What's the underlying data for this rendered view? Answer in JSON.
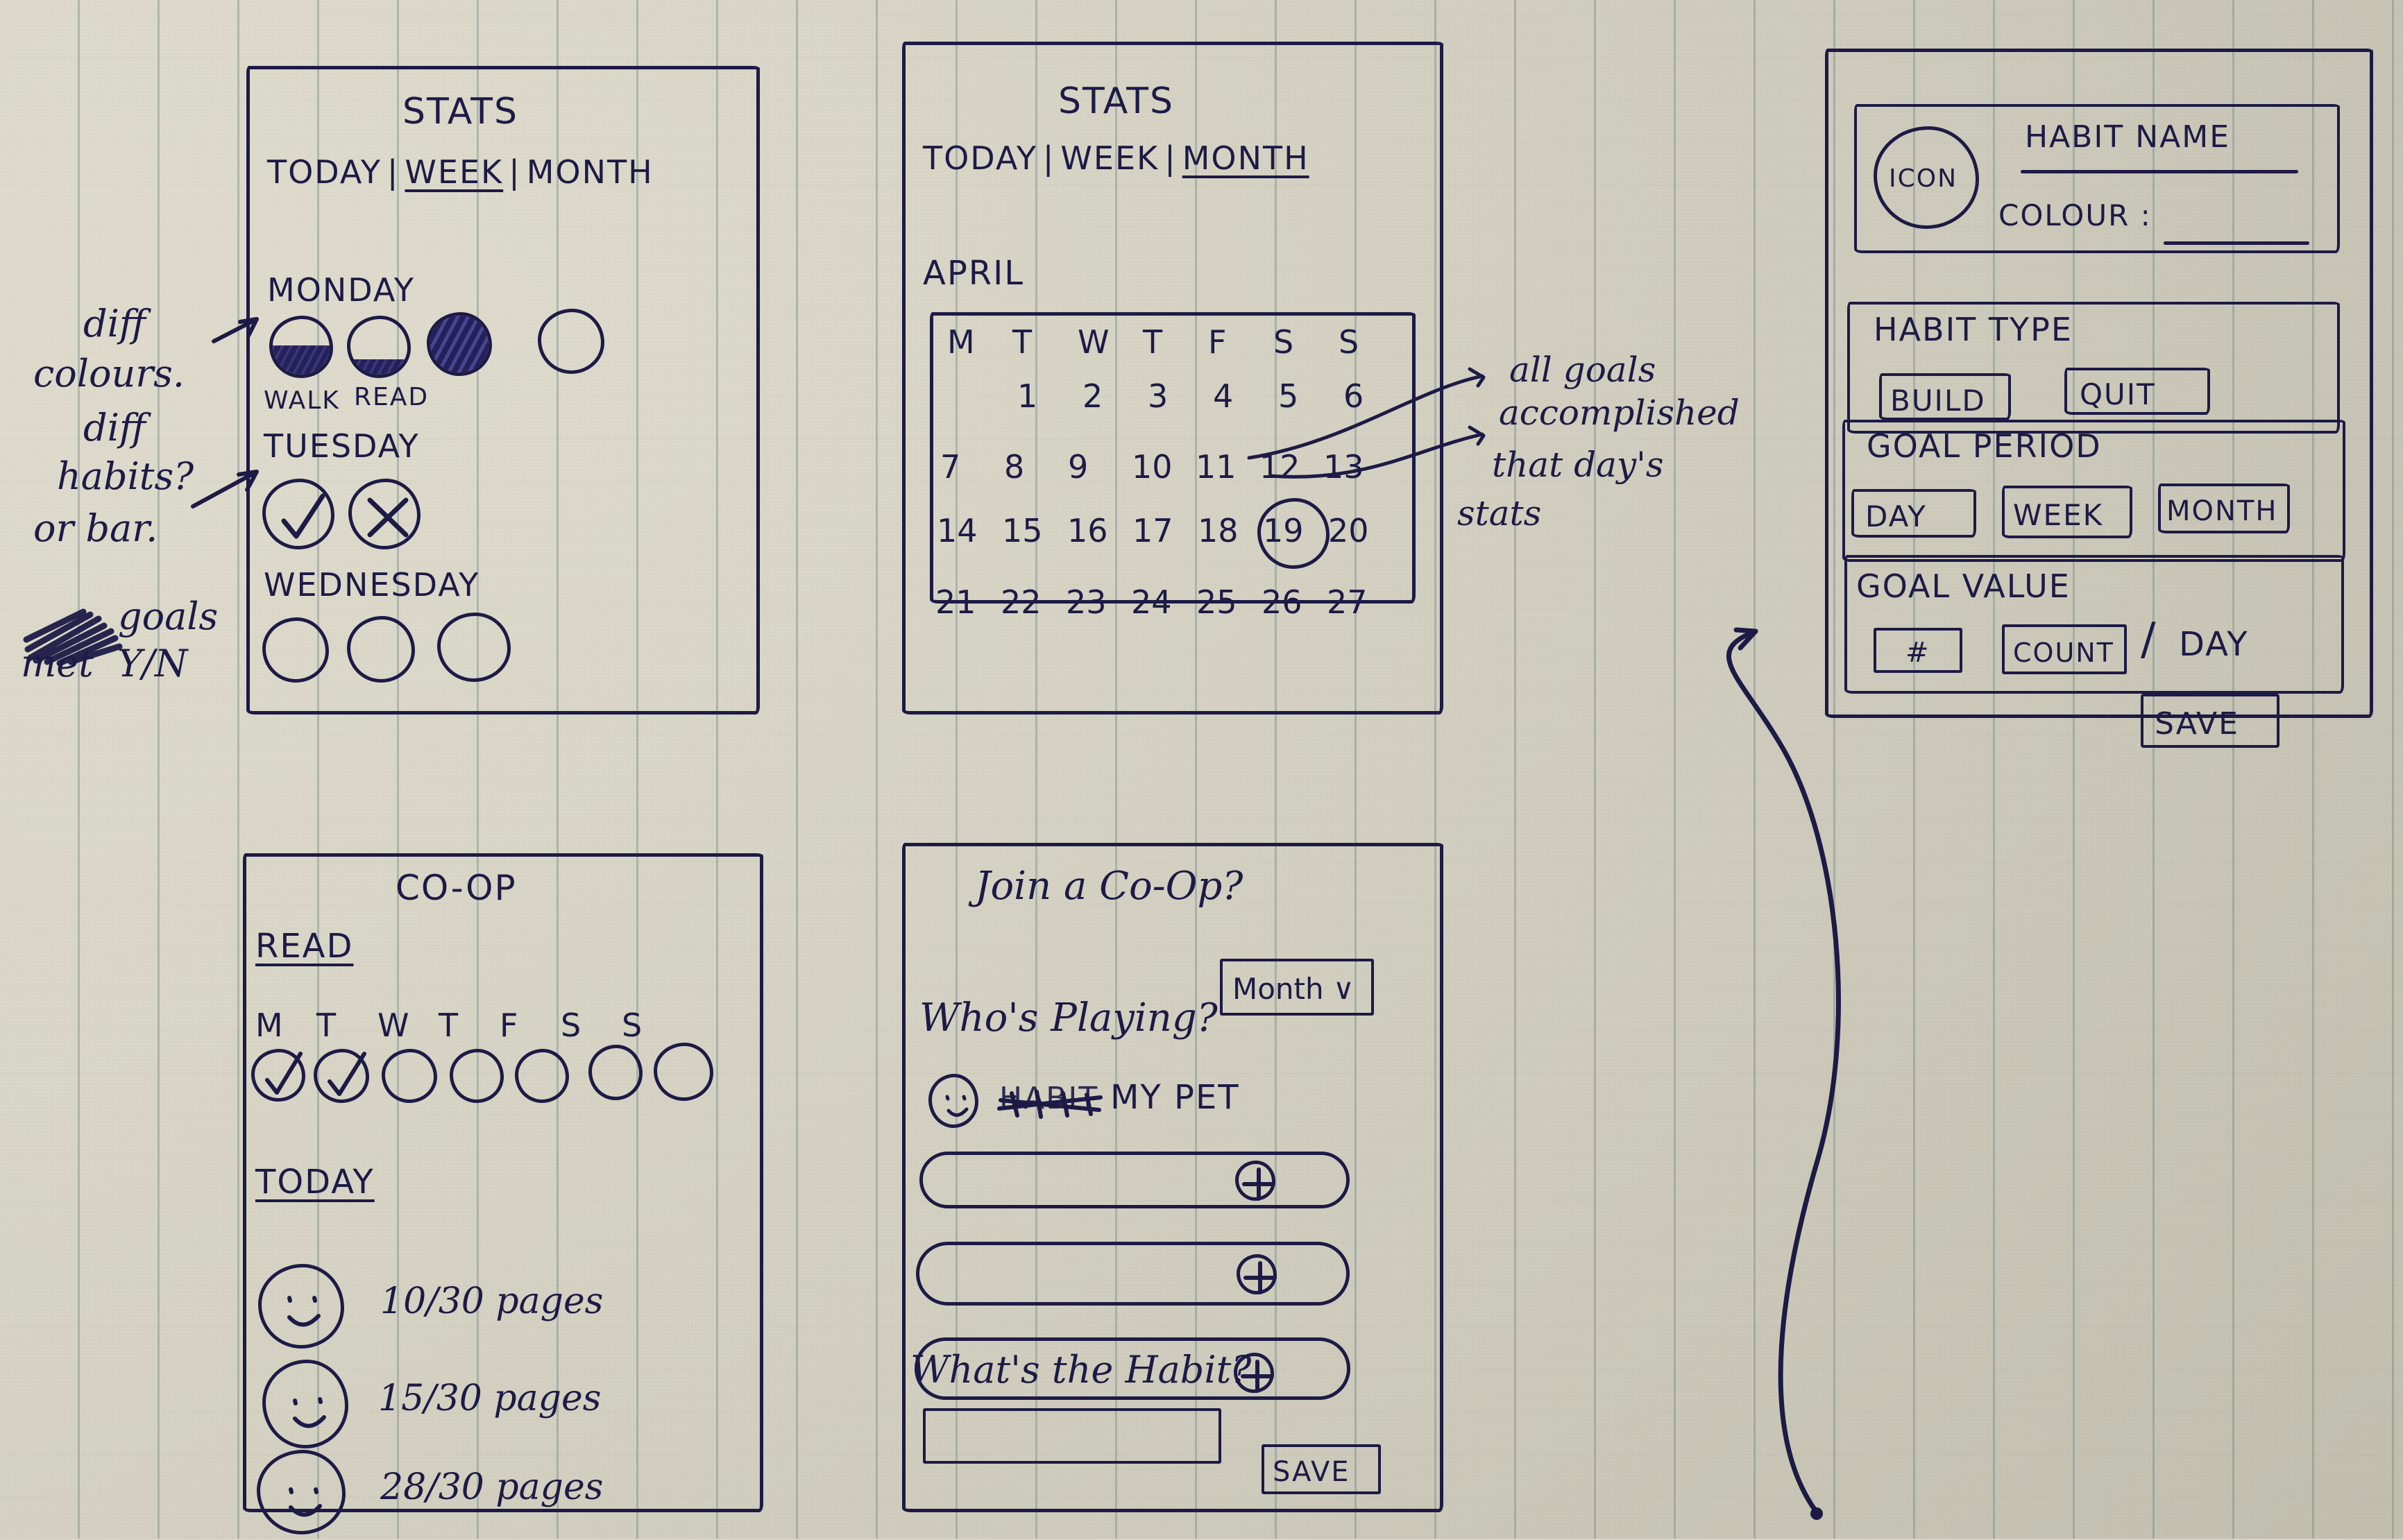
{
  "meta": {
    "ink_color": "#1d1a46",
    "paper_color": "#d8d5c6"
  },
  "panels": {
    "stats_week": {
      "title": "STATS",
      "tabs": [
        "TODAY",
        "WEEK",
        "MONTH"
      ],
      "tab_separator": "|",
      "active_tab": "WEEK",
      "days": [
        {
          "label": "MONDAY",
          "markers": [
            {
              "fill": "half"
            },
            {
              "fill": "quarter"
            },
            {
              "fill": "full"
            },
            {
              "fill": "empty"
            }
          ],
          "habit_labels": [
            "WALK",
            "READ"
          ]
        },
        {
          "label": "TUESDAY",
          "markers": [
            {
              "fill": "check"
            },
            {
              "fill": "cross"
            }
          ],
          "habit_labels": []
        },
        {
          "label": "WEDNESDAY",
          "markers": [
            {
              "fill": "empty"
            },
            {
              "fill": "empty"
            },
            {
              "fill": "empty"
            }
          ],
          "habit_labels": []
        }
      ]
    },
    "stats_month": {
      "title": "STATS",
      "tabs": [
        "TODAY",
        "WEEK",
        "MONTH"
      ],
      "tab_separator": "|",
      "active_tab": "MONTH",
      "month_label": "APRIL",
      "weekday_headers": [
        "M",
        "T",
        "W",
        "T",
        "F",
        "S",
        "S"
      ],
      "weeks": [
        [
          "",
          "1",
          "2",
          "3",
          "4",
          "5",
          "6"
        ],
        [
          "7",
          "8",
          "9",
          "10",
          "11",
          "12",
          "13"
        ],
        [
          "14",
          "15",
          "16",
          "17",
          "18",
          "19",
          "20"
        ],
        [
          "21",
          "22",
          "23",
          "24",
          "25",
          "26",
          "27"
        ]
      ],
      "filled_days": [
        "9",
        "11"
      ],
      "selected_day": "19"
    },
    "coop_stats": {
      "title": "CO-OP",
      "habit_name": "READ",
      "weekday_headers": [
        "M",
        "T",
        "W",
        "T",
        "F",
        "S",
        "S"
      ],
      "week_marks": [
        "check",
        "check",
        "empty",
        "empty",
        "empty",
        "empty",
        "empty"
      ],
      "today_label": "TODAY",
      "members": [
        {
          "progress": "10/30 pages"
        },
        {
          "progress": "15/30 pages"
        },
        {
          "progress": "28/30 pages"
        }
      ]
    },
    "join_coop": {
      "title": "Join a Co-Op?",
      "period_dropdown": "Month ∨",
      "who_label": "Who's Playing?",
      "first_member": {
        "struck_text": "HABIT",
        "label": "MY PET"
      },
      "empty_slots": 3,
      "add_icon": "plus-circle-icon",
      "habit_question": "What's the Habit?",
      "habit_value": "",
      "save_label": "SAVE"
    },
    "habit_form": {
      "icon_label": "ICON",
      "name_label": "HABIT NAME",
      "name_value": "",
      "colour_label": "COLOUR :",
      "colour_value": "",
      "habit_type": {
        "label": "HABIT TYPE",
        "options": [
          "BUILD",
          "QUIT"
        ]
      },
      "goal_period": {
        "label": "GOAL PERIOD",
        "options": [
          "DAY",
          "WEEK",
          "MONTH"
        ]
      },
      "goal_value": {
        "label": "GOAL VALUE",
        "number_field": "#",
        "unit_field": "COUNT",
        "divider": "/",
        "period": "DAY"
      },
      "save_label": "SAVE"
    }
  },
  "annotations": {
    "left": [
      {
        "text": "diff",
        "line": 1
      },
      {
        "text": "colours.",
        "line": 2
      },
      {
        "text": "diff",
        "line": 3
      },
      {
        "text": "habits?",
        "line": 4
      },
      {
        "text": "or bar.",
        "line": 5
      },
      {
        "text": "goals",
        "line": 6
      },
      {
        "text": "met  Y/N",
        "line": 7
      }
    ],
    "right": [
      {
        "text": "all goals"
      },
      {
        "text": "accomplished"
      },
      {
        "text": "that day's"
      },
      {
        "text": "stats"
      }
    ]
  }
}
